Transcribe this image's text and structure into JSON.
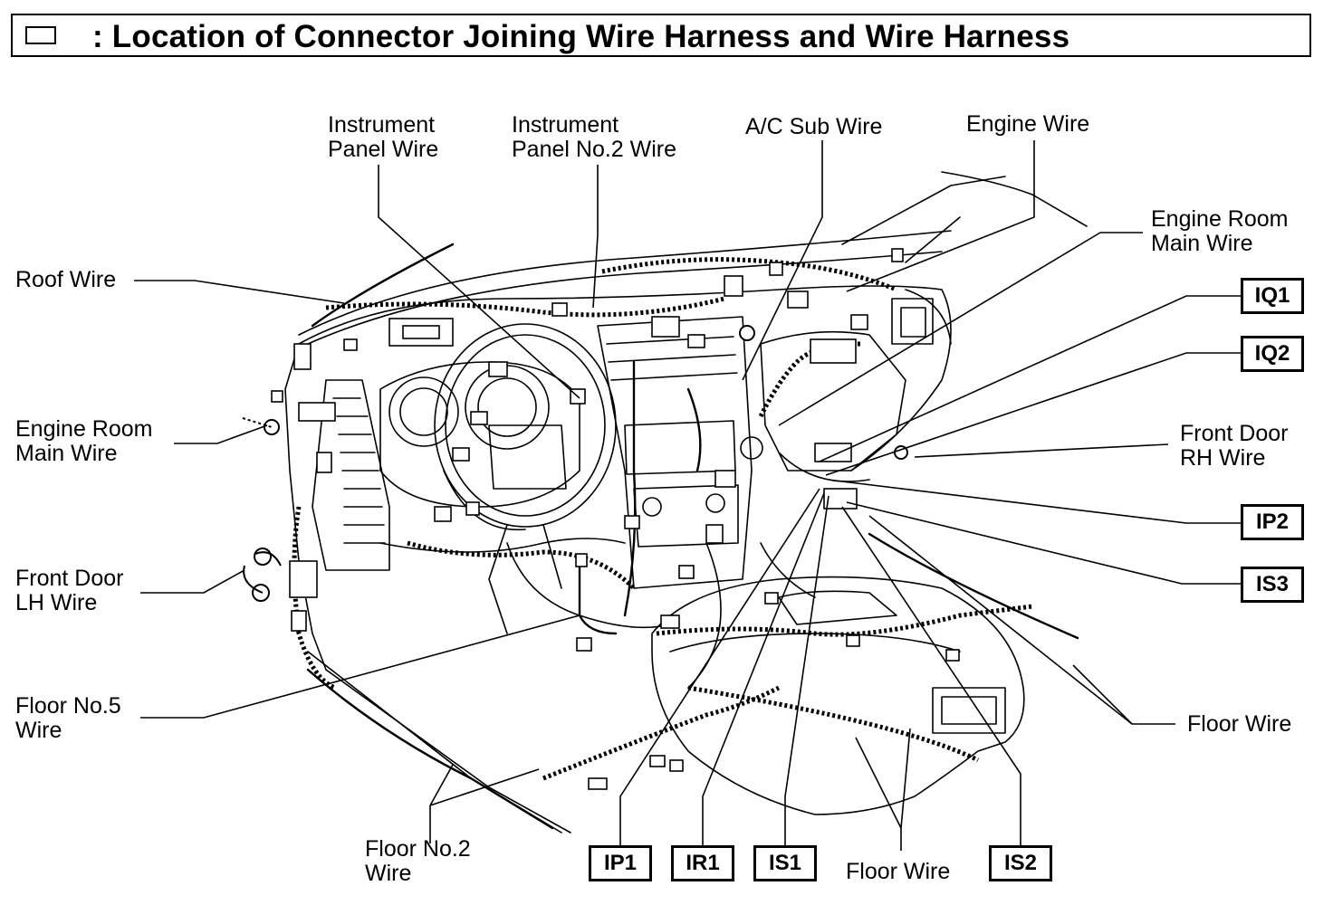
{
  "title": ": Location of Connector Joining Wire Harness and Wire Harness",
  "labels": {
    "instrument_panel_wire": [
      "Instrument",
      "Panel Wire"
    ],
    "instrument_panel_no2_wire": [
      "Instrument",
      "Panel No.2 Wire"
    ],
    "ac_sub_wire": "A/C Sub Wire",
    "engine_wire": "Engine Wire",
    "engine_room_main_wire_right": [
      "Engine Room",
      "Main Wire"
    ],
    "roof_wire": "Roof Wire",
    "engine_room_main_wire_left": [
      "Engine Room",
      "Main Wire"
    ],
    "front_door_rh_wire": [
      "Front Door",
      "RH Wire"
    ],
    "front_door_lh_wire": [
      "Front Door",
      "LH Wire"
    ],
    "floor_no5_wire": [
      "Floor No.5",
      "Wire"
    ],
    "floor_wire_right": "Floor Wire",
    "floor_no2_wire": [
      "Floor No.2",
      "Wire"
    ],
    "floor_wire_bottom": "Floor Wire"
  },
  "connectors": {
    "iq1": "IQ1",
    "iq2": "IQ2",
    "ip2": "IP2",
    "is3": "IS3",
    "ip1": "IP1",
    "ir1": "IR1",
    "is1": "IS1",
    "is2": "IS2"
  }
}
